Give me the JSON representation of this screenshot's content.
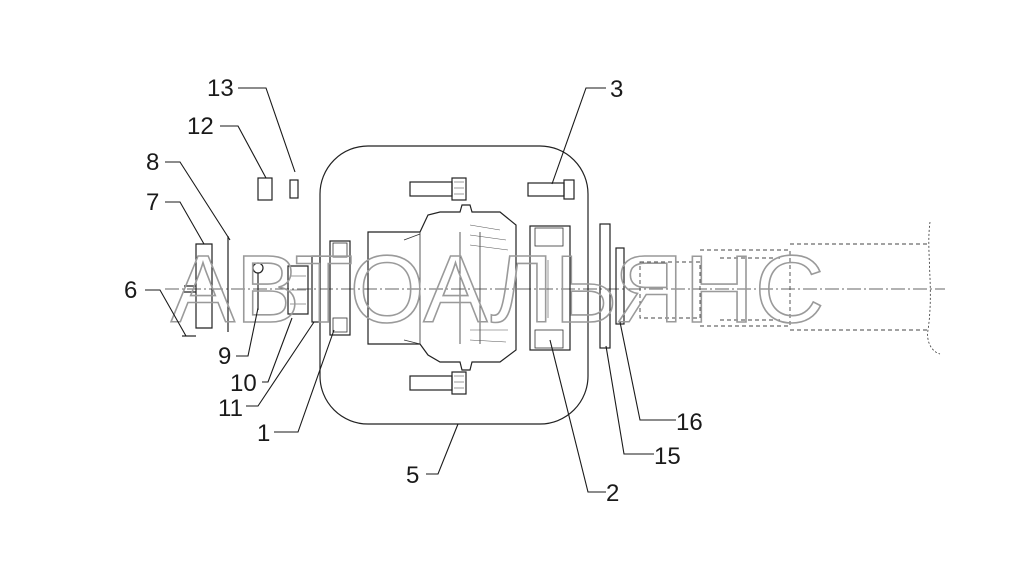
{
  "watermark": "АВТОАЛЬЯНС",
  "callouts": [
    {
      "id": "c1",
      "label": "1"
    },
    {
      "id": "c2",
      "label": "2"
    },
    {
      "id": "c3",
      "label": "3"
    },
    {
      "id": "c5",
      "label": "5"
    },
    {
      "id": "c6",
      "label": "6"
    },
    {
      "id": "c7",
      "label": "7"
    },
    {
      "id": "c8",
      "label": "8"
    },
    {
      "id": "c9",
      "label": "9"
    },
    {
      "id": "c10",
      "label": "10"
    },
    {
      "id": "c11",
      "label": "11"
    },
    {
      "id": "c12",
      "label": "12"
    },
    {
      "id": "c13",
      "label": "13"
    },
    {
      "id": "c15",
      "label": "15"
    },
    {
      "id": "c16",
      "label": "16"
    }
  ],
  "colors": {
    "line": "#222222",
    "watermark": "#9a9a9a",
    "background": "#ffffff"
  }
}
